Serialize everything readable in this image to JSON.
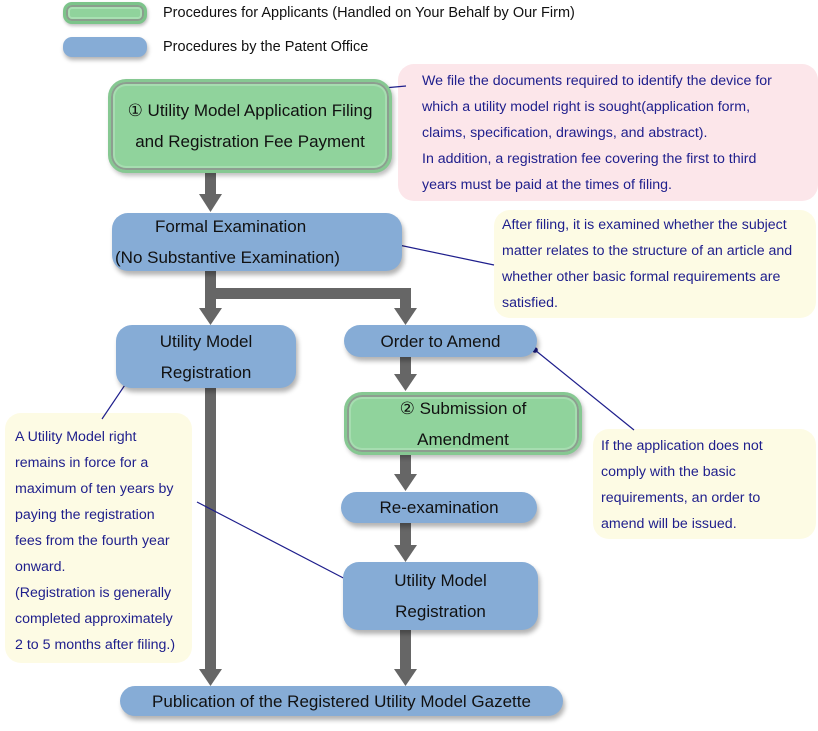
{
  "legend": {
    "applicant_label": "Procedures for Applicants (Handled on Your Behalf by Our Firm)",
    "office_label": "Procedures by the Patent Office",
    "applicant_color": "#90d39c",
    "office_color": "#86acd6"
  },
  "nodes": {
    "filing": {
      "lines": [
        "① Utility Model Application Filing",
        "and Registration Fee Payment"
      ],
      "type": "applicant"
    },
    "formal_exam": {
      "lines": [
        "Formal Examination",
        "(No Substantive Examination)"
      ],
      "type": "office"
    },
    "registration_left": {
      "lines": [
        "Utility Model",
        "Registration"
      ],
      "type": "office"
    },
    "order_amend": {
      "lines": [
        "Order to Amend"
      ],
      "type": "office"
    },
    "submission": {
      "lines": [
        "② Submission of",
        "Amendment"
      ],
      "type": "applicant"
    },
    "reexam": {
      "lines": [
        "Re-examination"
      ],
      "type": "office"
    },
    "registration_right": {
      "lines": [
        "Utility Model",
        "Registration"
      ],
      "type": "office"
    },
    "gazette": {
      "lines": [
        "Publication of the Registered Utility Model Gazette"
      ],
      "type": "office"
    }
  },
  "notes": {
    "filing_note": {
      "lines": [
        "We file the documents required to identify the device for",
        "which a utility model right is sought(application form,",
        "claims, specification, drawings, and abstract).",
        "In addition, a registration fee covering the first to third",
        "years must be paid at the times of filing."
      ]
    },
    "formal_note": {
      "lines": [
        "After filing, it is examined whether the subject",
        "matter relates to the structure of an article and",
        "whether other basic formal requirements are",
        "satisfied."
      ]
    },
    "registration_note": {
      "lines": [
        "A Utility Model right",
        "remains in force for a",
        "maximum of ten years by",
        "paying the registration",
        "fees from the fourth year",
        "onward.",
        "(Registration is generally",
        "completed approximately",
        "2 to 5 months after filing.)"
      ]
    },
    "amend_note": {
      "lines": [
        "If the application does not",
        "comply with the basic",
        "requirements, an order to",
        "amend will be issued."
      ]
    }
  },
  "colors": {
    "arrow": "#666666",
    "connector": "#1e1e8c",
    "note_text": "#1e1e8c",
    "pink_note": "#fce6ea",
    "yellow_note": "#fdfbe4"
  }
}
